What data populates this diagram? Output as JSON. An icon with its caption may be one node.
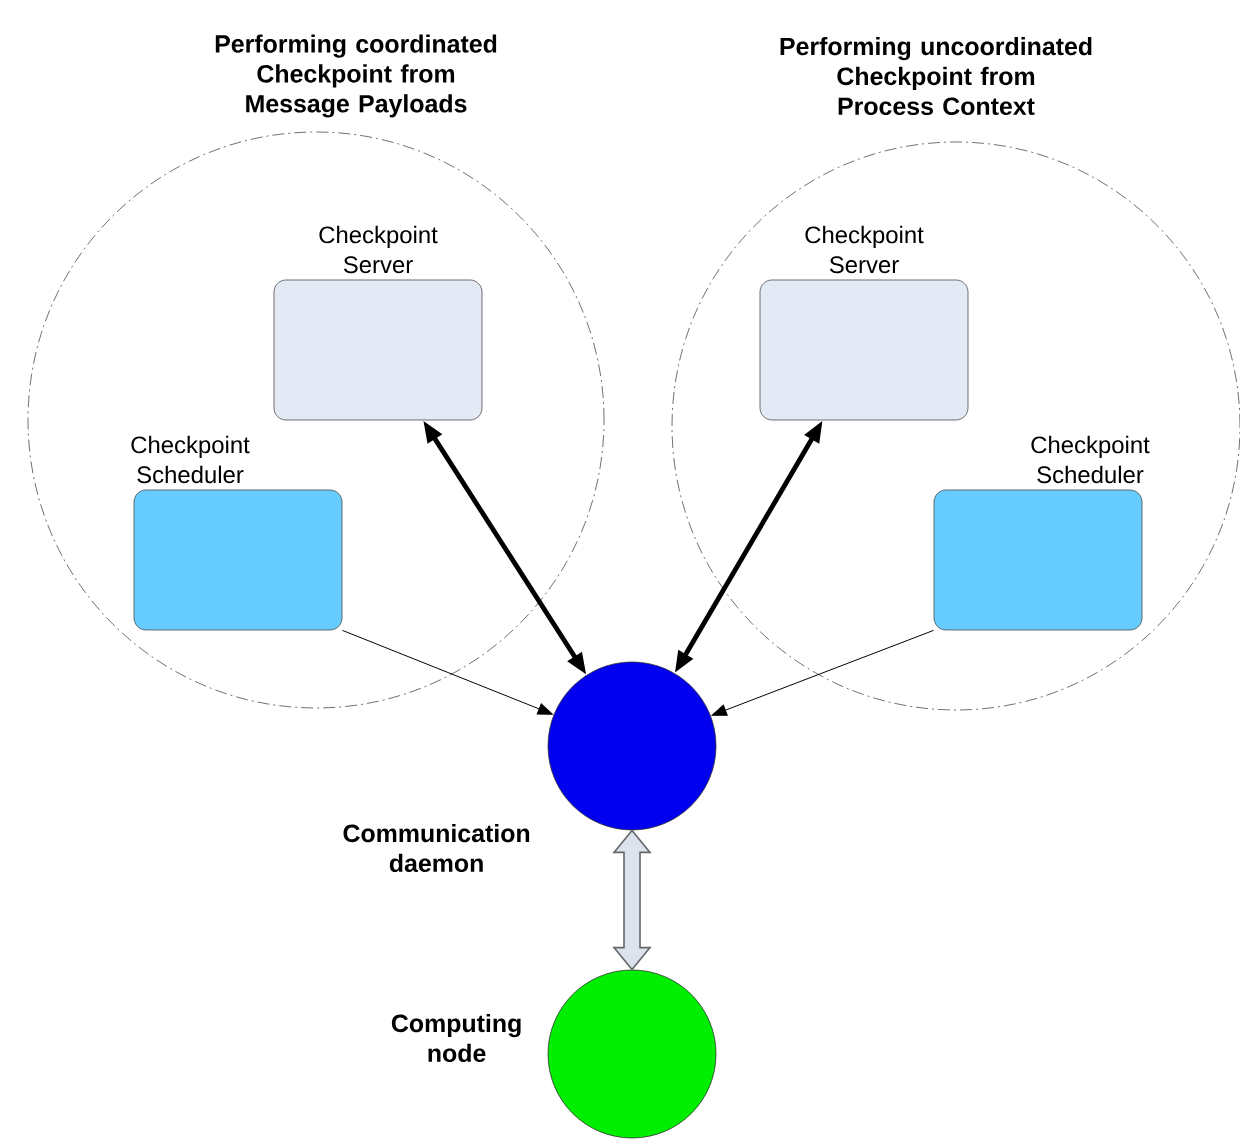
{
  "diagram": {
    "nodes": [
      {
        "text": [
          "Performing coordinated Checkpoint from Message Payloads"
        ]
      },
      {
        "text": [
          "Checkpoint Server"
        ],
        "in": 0
      },
      {
        "text": [
          "Checkpoint Scheduler"
        ],
        "in": 0
      },
      {
        "text": [
          "Performing uncoordinated Checkpoint from Process Context"
        ]
      },
      {
        "text": [
          "Checkpoint Server"
        ],
        "in": 3
      },
      {
        "text": [
          "Checkpoint Scheduler"
        ],
        "in": 3
      },
      {
        "text": [
          "Communication daemon"
        ]
      },
      {
        "text": [
          "Computing node"
        ]
      }
    ],
    "edges": [
      {
        "from": 1,
        "to": 6,
        "arrow": "both",
        "style": "thick"
      },
      {
        "from": 2,
        "to": 6,
        "arrow": "to"
      },
      {
        "from": 4,
        "to": 6,
        "arrow": "both",
        "style": "thick"
      },
      {
        "from": 5,
        "to": 6,
        "arrow": "to"
      },
      {
        "from": 6,
        "to": 7,
        "arrow": "both",
        "color": "#dde3ee"
      }
    ]
  }
}
